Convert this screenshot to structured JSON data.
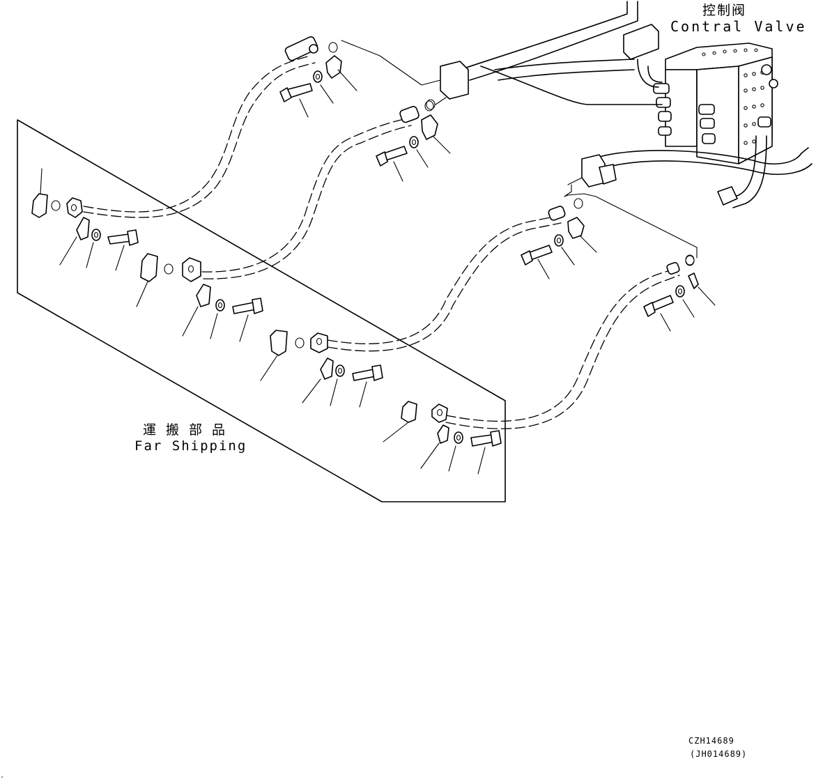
{
  "labels": {
    "control_valve_cn": "控制阀",
    "control_valve_en": "Contral Valve",
    "shipping_cn": "運搬部品",
    "shipping_en": "Far Shipping",
    "drawing_code": "CZH14689",
    "drawing_code_alt": "(JH014689)"
  }
}
